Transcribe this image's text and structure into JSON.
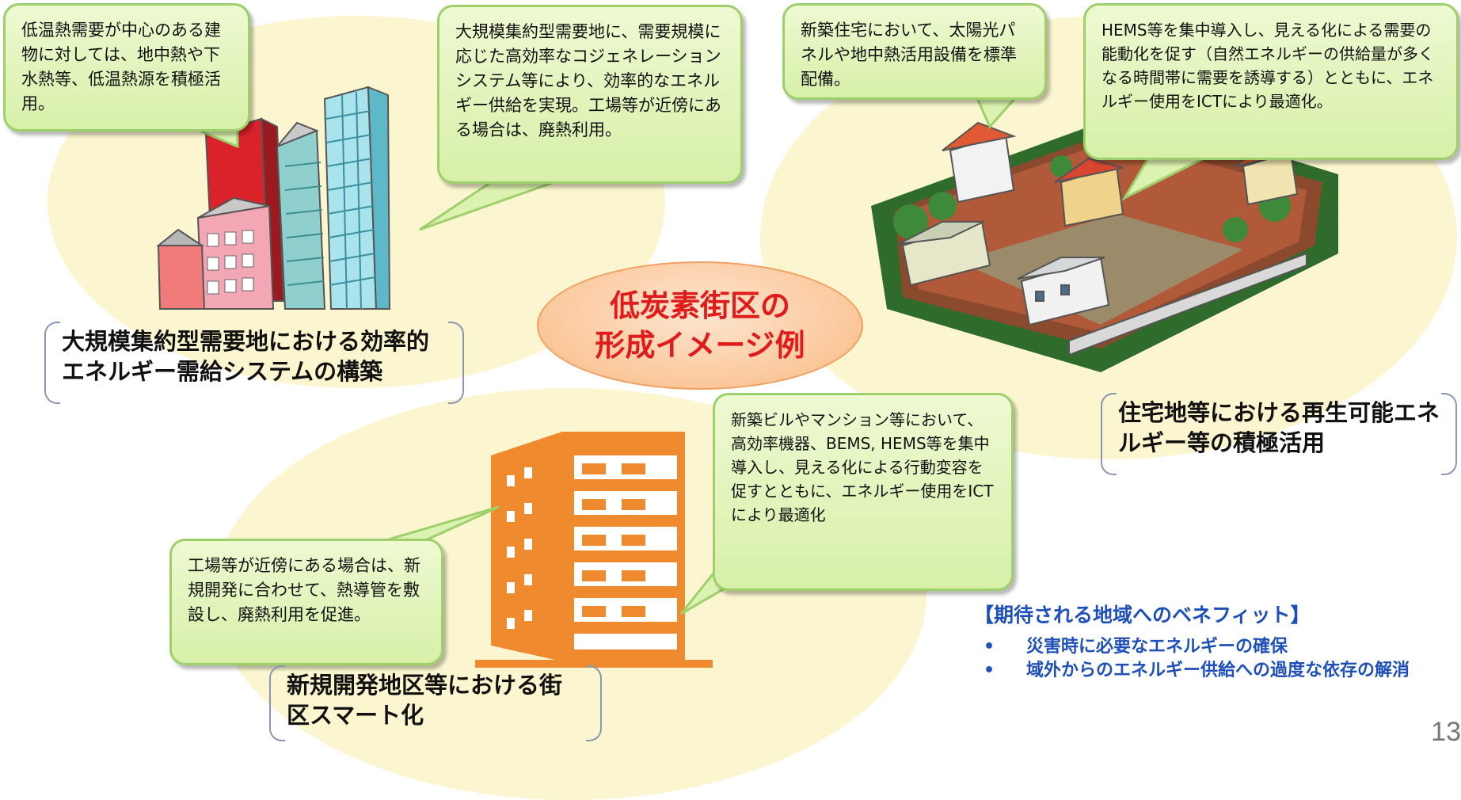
{
  "center": {
    "line1": "低炭素街区の",
    "line2": "形成イメージ例"
  },
  "bubbles": {
    "low_temp_heat": "低温熱需要が中心のある建物に対しては、地中熱や下水熱等、低温熱源を積極活用。",
    "cogeneration": "大規模集約型需要地に、需要規模に応じた高効率なコジェネレーションシステム等により、効率的なエネルギー供給を実現。工場等が近傍にある場合は、廃熱利用。",
    "new_houses": "新築住宅において、太陽光パネルや地中熱活用設備を標準配備。",
    "hems": "HEMS等を集中導入し、見える化による需要の能動化を促す（自然エネルギーの供給量が多くなる時間帯に需要を誘導する）とともに、エネルギー使用をICTにより最適化。",
    "new_buildings": "新築ビルやマンション等において、高効率機器、BEMS, HEMS等を集中導入し、見える化による行動変容を促すとともに、エネルギー使用をICTにより最適化",
    "factory_heat": "工場等が近傍にある場合は、新規開発に合わせて、熱導管を敷設し、廃熱利用を促進。"
  },
  "captions": {
    "large_scale": "大規模集約型需要地における効率的エネルギー需給システムの構築",
    "residential": "住宅地等における再生可能エネルギー等の積極活用",
    "new_development": "新規開発地区等における街区スマート化"
  },
  "benefits": {
    "title": "【期待される地域へのベネフィット】",
    "bullet": "•",
    "items": [
      "災害時に必要なエネルギーの確保",
      "域外からのエネルギー供給への過度な依存の解消"
    ]
  },
  "page_number": "13",
  "colors": {
    "bubble_fill": "#d7f0a8",
    "bubble_border": "#9dcf6a",
    "blob": "#fbf6cf",
    "center_text": "#e01b1b",
    "center_fill": "#fbc79a",
    "benefit_text": "#1f4fb8",
    "apartment": "#f08a2e"
  },
  "icons": [
    "office-buildings-illustration",
    "residential-neighborhood-illustration",
    "apartment-building-illustration"
  ]
}
